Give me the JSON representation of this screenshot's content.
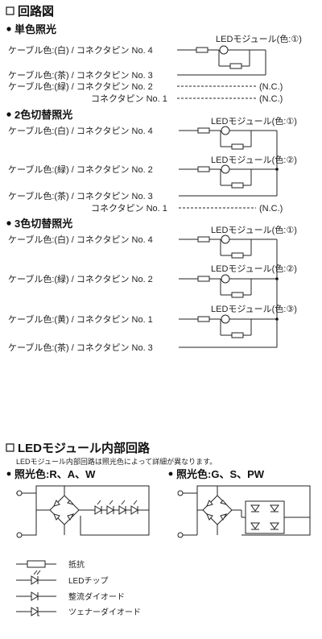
{
  "circuit": {
    "title": "回路図",
    "single": {
      "heading": "単色照光",
      "module_label": "LEDモジュール(色:①)",
      "rows": [
        "ケーブル色:(白) / コネクタピン No. 4",
        "ケーブル色:(茶) / コネクタピン No. 3",
        "ケーブル色:(緑) / コネクタピン No. 2",
        "コネクタピン No. 1"
      ],
      "nc1": "(N.C.)",
      "nc2": "(N.C.)"
    },
    "two": {
      "heading": "2色切替照光",
      "module1": "LEDモジュール(色:①)",
      "module2": "LEDモジュール(色:②)",
      "rows": [
        "ケーブル色:(白) / コネクタピン No. 4",
        "ケーブル色:(緑) / コネクタピン No. 2",
        "ケーブル色:(茶) / コネクタピン No. 3",
        "コネクタピン No. 1"
      ],
      "nc": "(N.C.)"
    },
    "three": {
      "heading": "3色切替照光",
      "module1": "LEDモジュール(色:①)",
      "module2": "LEDモジュール(色:②)",
      "module3": "LEDモジュール(色:③)",
      "rows": [
        "ケーブル色:(白) / コネクタピン No. 4",
        "ケーブル色:(緑) / コネクタピン No. 2",
        "ケーブル色:(黄) / コネクタピン No. 1",
        "ケーブル色:(茶) / コネクタピン No. 3"
      ]
    }
  },
  "internal": {
    "title": "LEDモジュール内部回路",
    "note": "LEDモジュール内部回路は照光色によって詳細が異なります。",
    "left_heading": "照光色:R、A、W",
    "right_heading": "照光色:G、S、PW",
    "legend": [
      "抵抗",
      "LEDチップ",
      "整流ダイオード",
      "ツェナーダイオード"
    ]
  }
}
